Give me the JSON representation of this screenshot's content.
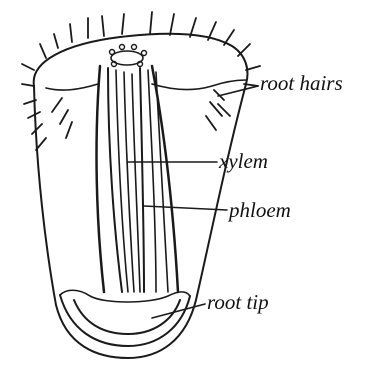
{
  "labels": {
    "root_hairs": "root hairs",
    "xylem": "xylem",
    "phloem": "phloem",
    "root_tip": "root tip"
  },
  "colors": {
    "ink": "#1a1a1a",
    "background": "#ffffff"
  }
}
